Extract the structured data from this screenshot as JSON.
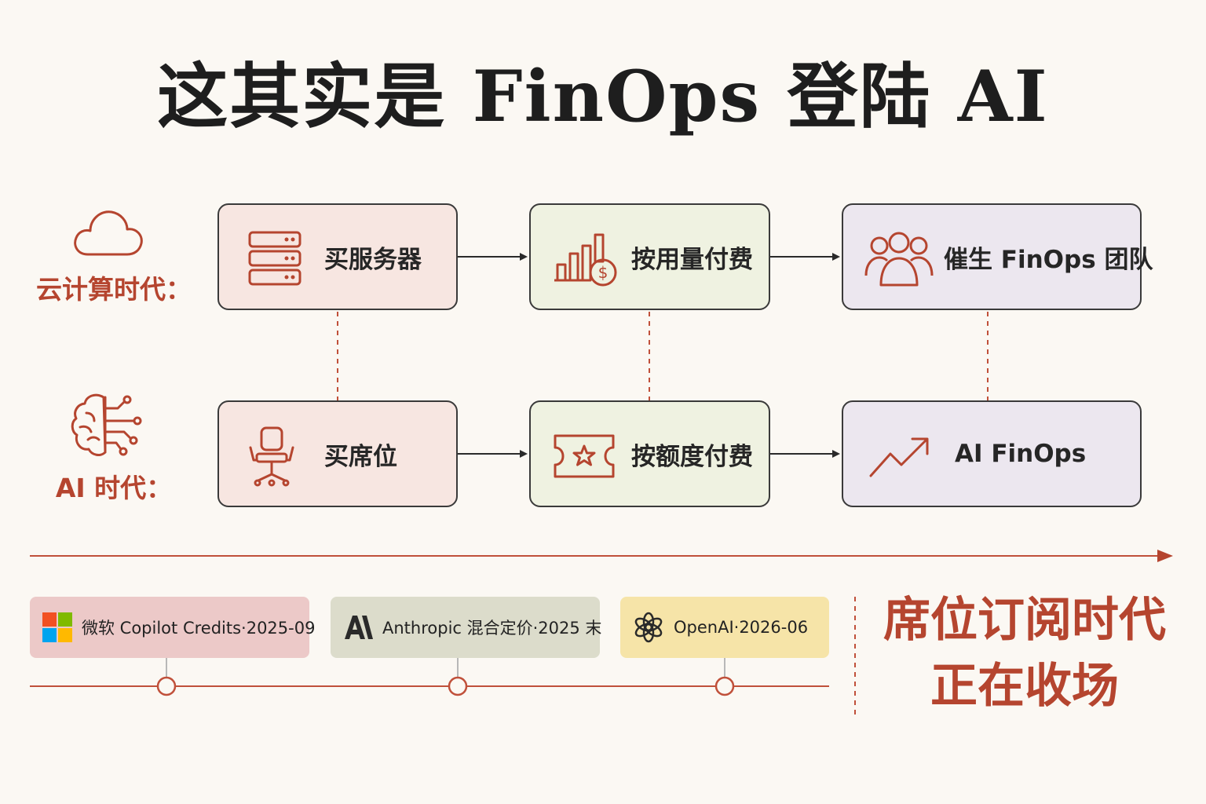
{
  "title": "这其实是 FinOps 登陆 AI",
  "rows": [
    {
      "era_label": "云计算时代：",
      "era_icon": "cloud-icon",
      "steps": [
        {
          "label": "买服务器",
          "icon": "server-icon"
        },
        {
          "label": "按用量付费",
          "icon": "bar-chart-dollar-icon"
        },
        {
          "label": "催生 FinOps 团队",
          "icon": "team-icon"
        }
      ]
    },
    {
      "era_label": "AI 时代：",
      "era_icon": "brain-circuit-icon",
      "steps": [
        {
          "label": "买席位",
          "icon": "office-chair-icon"
        },
        {
          "label": "按额度付费",
          "icon": "ticket-star-icon"
        },
        {
          "label": "AI FinOps",
          "icon": "trend-up-icon"
        }
      ]
    }
  ],
  "timeline": {
    "events": [
      {
        "label": "微软 Copilot Credits·2025-09",
        "icon": "microsoft-logo-icon",
        "color": "#ecc9c8"
      },
      {
        "label": "Anthropic 混合定价·2025 末",
        "icon": "anthropic-logo-icon",
        "color": "#dcdccb"
      },
      {
        "label": "OpenAI·2026-06",
        "icon": "openai-logo-icon",
        "color": "#f6e4a8"
      }
    ]
  },
  "conclusion": {
    "line1": "席位订阅时代",
    "line2": "正在收场"
  },
  "colors": {
    "accent": "#b5452f",
    "background": "#fbf8f3",
    "pink_box": "#f7e6e1",
    "green_box": "#eff2e1",
    "lavender_box": "#ece7ef"
  }
}
